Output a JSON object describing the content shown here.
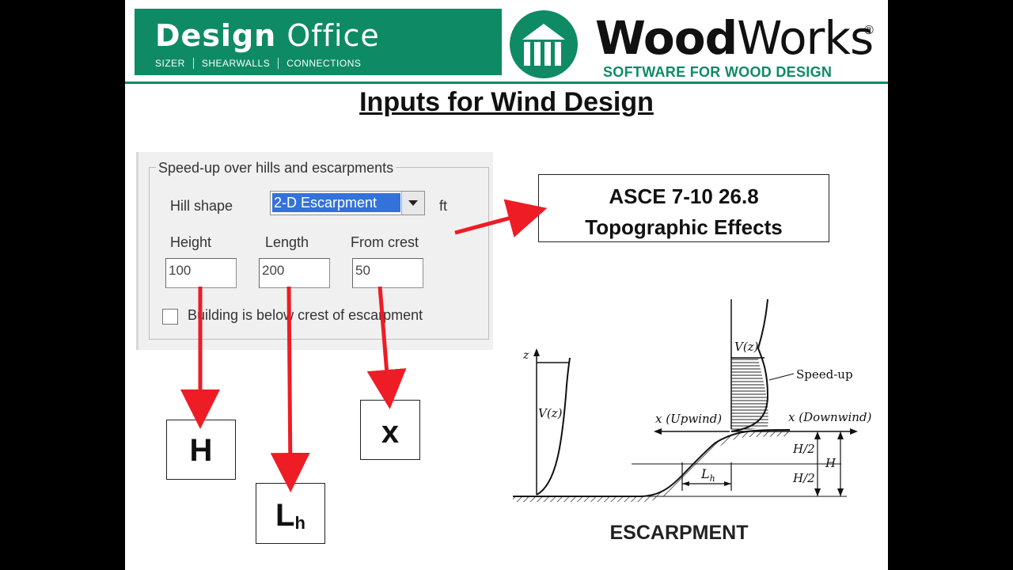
{
  "header": {
    "design_office_bold": "Design",
    "design_office_light": "Office",
    "design_office_modules": [
      "SIZER",
      "SHEARWALLS",
      "CONNECTIONS"
    ],
    "woodworks_bold": "Wood",
    "woodworks_light": "Works",
    "registered_mark": "®",
    "woodworks_tagline": "SOFTWARE FOR WOOD DESIGN",
    "brand_color": "#0e8b64"
  },
  "slide_title": "Inputs for Wind Design",
  "dialog": {
    "group_label": "Speed-up over hills and escarpments",
    "hill_shape_label": "Hill shape",
    "hill_shape_value": "2-D Escarpment",
    "units_label": "ft",
    "height_label": "Height",
    "length_label": "Length",
    "from_crest_label": "From crest",
    "height_value": "100",
    "length_value": "200",
    "from_crest_value": "50",
    "below_crest_label": "Building is below crest of escarpment",
    "below_crest_checked": false
  },
  "symbols": {
    "height": "H",
    "length_main": "L",
    "length_sub": "h",
    "from_crest": "x"
  },
  "reference": {
    "line1": "ASCE 7-10 26.8",
    "line2": "Topographic Effects"
  },
  "escarpment_figure": {
    "z_axis": "z",
    "v_left": "V(z)",
    "v_right": "V(z)",
    "speed_up": "Speed-up",
    "x_upwind": "x (Upwind)",
    "x_downwind": "x (Downwind)",
    "half_h_top": "H/2",
    "half_h_bottom": "H/2",
    "h": "H",
    "lh_main": "L",
    "lh_sub": "h",
    "caption": "ESCARPMENT"
  },
  "arrow_color": "#ee1c25"
}
